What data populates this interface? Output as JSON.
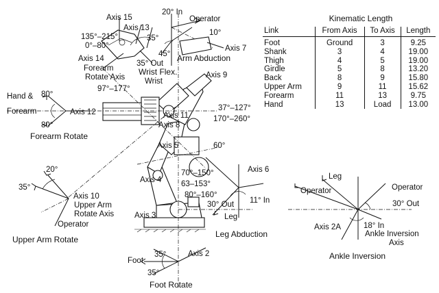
{
  "table": {
    "title": "Kinematic Length",
    "headers": [
      "Link",
      "From Axis",
      "To Axis",
      "Length"
    ],
    "rows": [
      [
        "Foot",
        "Ground",
        "3",
        "9.25"
      ],
      [
        "Shank",
        "3",
        "4",
        "19.00"
      ],
      [
        "Thigh",
        "4",
        "5",
        "19.00"
      ],
      [
        "Girdle",
        "5",
        "8",
        "13.20"
      ],
      [
        "Back",
        "8",
        "9",
        "15.80"
      ],
      [
        "Upper Arm",
        "9",
        "11",
        "15.62"
      ],
      [
        "Forearm",
        "11",
        "13",
        "9.75"
      ],
      [
        "Hand",
        "13",
        "Load",
        "13.00"
      ]
    ]
  },
  "labels": {
    "axis15": "Axis 15",
    "axis13": "Axis 13",
    "range_135_215": "135°–215°",
    "range_0_80": "0°–80°",
    "deg35_wrist": "35°",
    "axis14": "Axis 14",
    "out35": "35° Out",
    "forearm_rotate_axis_1": "Forearm",
    "forearm_rotate_axis_2": "Rotate Axis",
    "wrist_flex": "Wrist Flex.",
    "deg20_in": "20° In",
    "operator_top": "Operator",
    "deg10": "10°",
    "deg45": "45°",
    "axis7": "Axis 7",
    "arm_abduction": "Arm Abduction",
    "hand_and": "Hand &",
    "forearm": "Forearm",
    "deg80_top": "80°",
    "deg80_bot": "80°",
    "axis12": "Axis 12",
    "range_97_177": "97°–177°",
    "wrist": "Wrist",
    "axis9": "Axis 9",
    "range_37_127": "37°–127°",
    "axis11": "Axis 11",
    "axis8": "Axis 8",
    "range_170_260": "170°–260°",
    "forearm_rotate": "Forearm Rotate",
    "axis5": "Axis 5",
    "deg60": "60°",
    "range_70_150": "70°–150°",
    "axis4": "Axis 4",
    "range_63_153": "63–153°",
    "range_80_160": "80°–160°",
    "axis6": "Axis 6",
    "deg11_in": "11° In",
    "deg30_out_leg": "30° Out",
    "leg_left": "Leg",
    "leg_abduction": "Leg Abduction",
    "axis3": "Axis 3",
    "deg20_arm": "20°",
    "deg35_arm": "35°",
    "axis10": "Axis 10",
    "upper_arm_rotate_axis_1": "Upper Arm",
    "upper_arm_rotate_axis_2": "Rotate Axis",
    "operator_arm": "Operator",
    "upper_arm_rotate": "Upper Arm Rotate",
    "operator_leg": "Operator",
    "leg_top": "Leg",
    "operator_ankle": "Operator",
    "deg30_out_ankle": "30° Out",
    "axis2a": "Axis 2A",
    "deg18_in": "18° In",
    "ankle_inversion_axis_1": "Ankle Inversion",
    "ankle_inversion_axis_2": "Axis",
    "ankle_inversion": "Ankle Inversion",
    "foot": "Foot",
    "deg35_foot_top": "35°",
    "deg35_foot_bot": "35°",
    "axis2": "Axis 2",
    "foot_rotate": "Foot Rotate"
  }
}
